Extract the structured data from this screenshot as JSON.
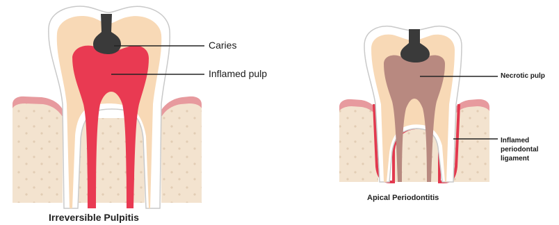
{
  "figures": [
    {
      "caption": "Irreversible Pulpitis",
      "labels": {
        "caries": "Caries",
        "inflamed_pulp": "Inflamed pulp"
      }
    },
    {
      "caption": "Apical Periodontitis",
      "labels": {
        "necrotic_pulp": "Necrotic pulp",
        "inflamed_pdl": "Inflamed periodontal ligament"
      }
    }
  ],
  "colors": {
    "bone": "#f3e3cf",
    "bone_dot": "#e2cdb4",
    "gum": "#e79a9e",
    "gum_edge": "#d9737a",
    "enamel": "#ffffff",
    "enamel_outline": "#c9c9c9",
    "dentin": "#f8d9b6",
    "inflamed_pulp": "#e93a52",
    "caries": "#3a3a3a",
    "necrotic_pulp": "#b88980",
    "pdl_inflamed": "#e2394f"
  }
}
